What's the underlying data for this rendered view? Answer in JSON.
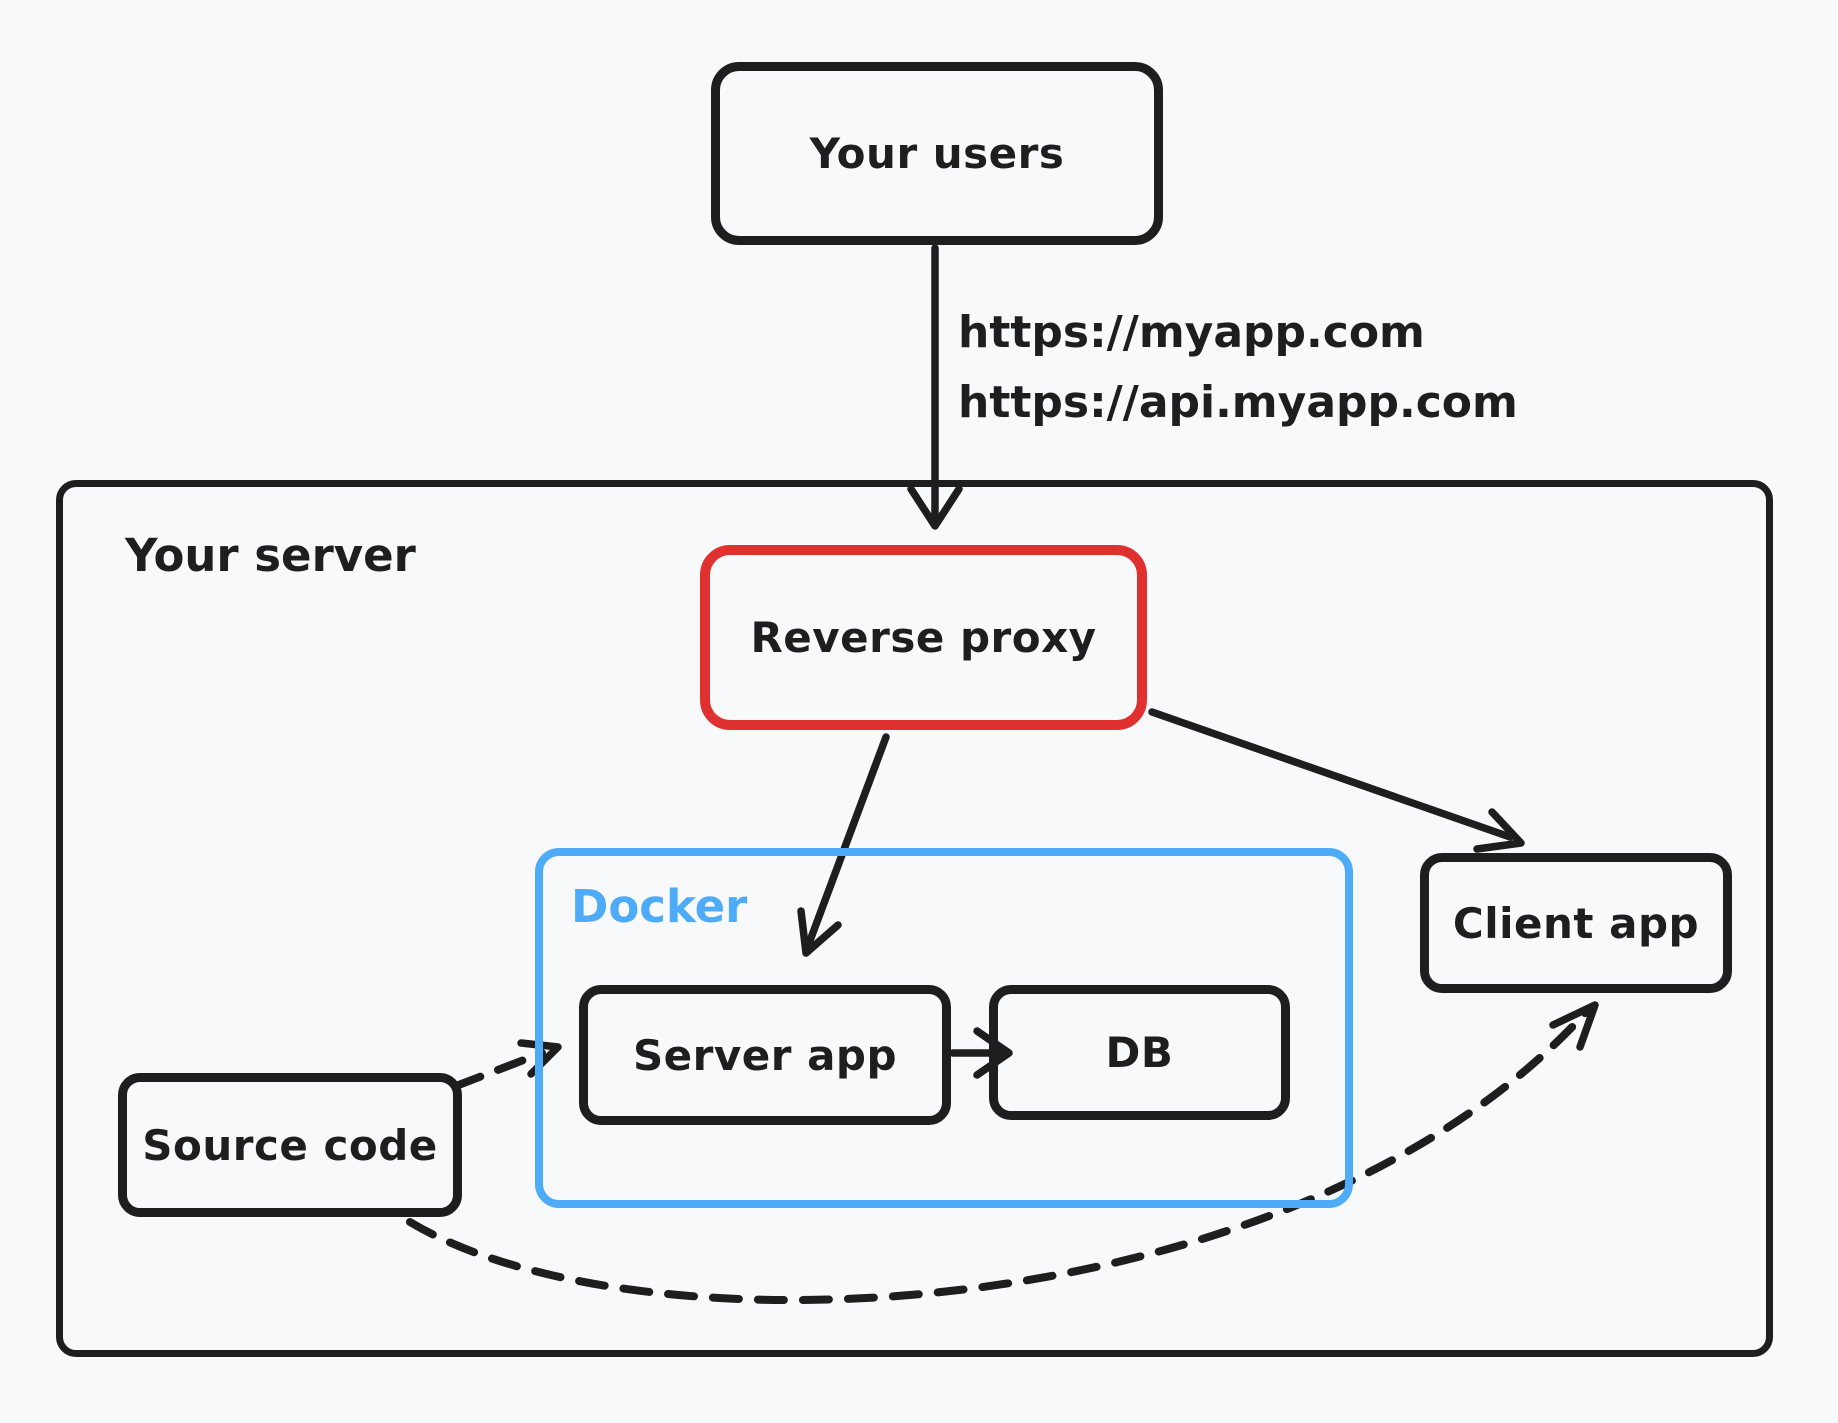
{
  "diagram": {
    "title": "Reverse proxy deployment diagram",
    "nodes": {
      "your_users": {
        "label": "Your users"
      },
      "reverse_proxy": {
        "label": "Reverse proxy"
      },
      "server_app": {
        "label": "Server app"
      },
      "db": {
        "label": "DB"
      },
      "client_app": {
        "label": "Client app"
      },
      "source_code": {
        "label": "Source code"
      }
    },
    "groups": {
      "your_server": {
        "label": "Your server"
      },
      "docker": {
        "label": "Docker"
      }
    },
    "edge_labels": {
      "user_request_urls": [
        "https://myapp.com",
        "https://api.myapp.com"
      ]
    },
    "edges": [
      {
        "from": "your_users",
        "to": "reverse_proxy",
        "style": "solid-arrow"
      },
      {
        "from": "reverse_proxy",
        "to": "server_app",
        "style": "solid-arrow"
      },
      {
        "from": "reverse_proxy",
        "to": "client_app",
        "style": "solid-arrow"
      },
      {
        "from": "server_app",
        "to": "db",
        "style": "solid-arrow"
      },
      {
        "from": "source_code",
        "to": "server_app",
        "style": "dashed-arrow"
      },
      {
        "from": "source_code",
        "to": "client_app",
        "style": "dashed-curved-arrow"
      }
    ],
    "colors": {
      "stroke": "#1e1e1e",
      "accent_red": "#e03131",
      "accent_blue": "#4dabf7",
      "background": "#f8f9fa"
    }
  }
}
